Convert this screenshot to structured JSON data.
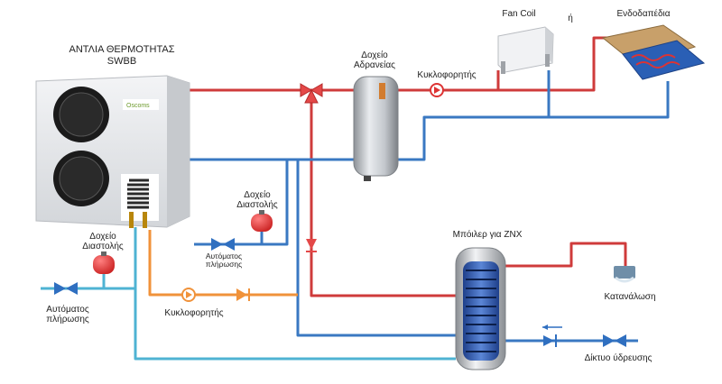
{
  "labels": {
    "heat_pump_title_1": "ΑΝΤΛΙΑ ΘΕΡΜΟΤΗΤΑΣ",
    "heat_pump_title_2": "SWBB",
    "buffer_tank_1": "Δοχείο",
    "buffer_tank_2": "Αδρανείας",
    "circulator_top": "Κυκλοφορητής",
    "fan_coil": "Fan Coil",
    "or": "ή",
    "underfloor": "Ενδοδαπέδια",
    "expansion_tank_mid_1": "Δοχείο",
    "expansion_tank_mid_2": "Διαστολής",
    "auto_fill_mid_1": "Αυτόματος",
    "auto_fill_mid_2": "πλήρωσης",
    "expansion_tank_left_1": "Δοχείο",
    "expansion_tank_left_2": "Διαστολής",
    "auto_fill_left_1": "Αυτόματος",
    "auto_fill_left_2": "πλήρωσης",
    "circulator_bottom": "Κυκλοφορητής",
    "dhw_boiler": "Μπόιλερ για ΖΝΧ",
    "consumption": "Κατανάλωση",
    "water_network": "Δίκτυο ύδρευσης",
    "brand_logo": "Oscoms"
  },
  "colors": {
    "hot_line": "#cf3b3b",
    "cold_line": "#3a78c2",
    "cyan_line": "#4fb3d3",
    "orange_line": "#f0923a",
    "valve_red": "#e44848",
    "valve_blue": "#2f6fc0"
  }
}
